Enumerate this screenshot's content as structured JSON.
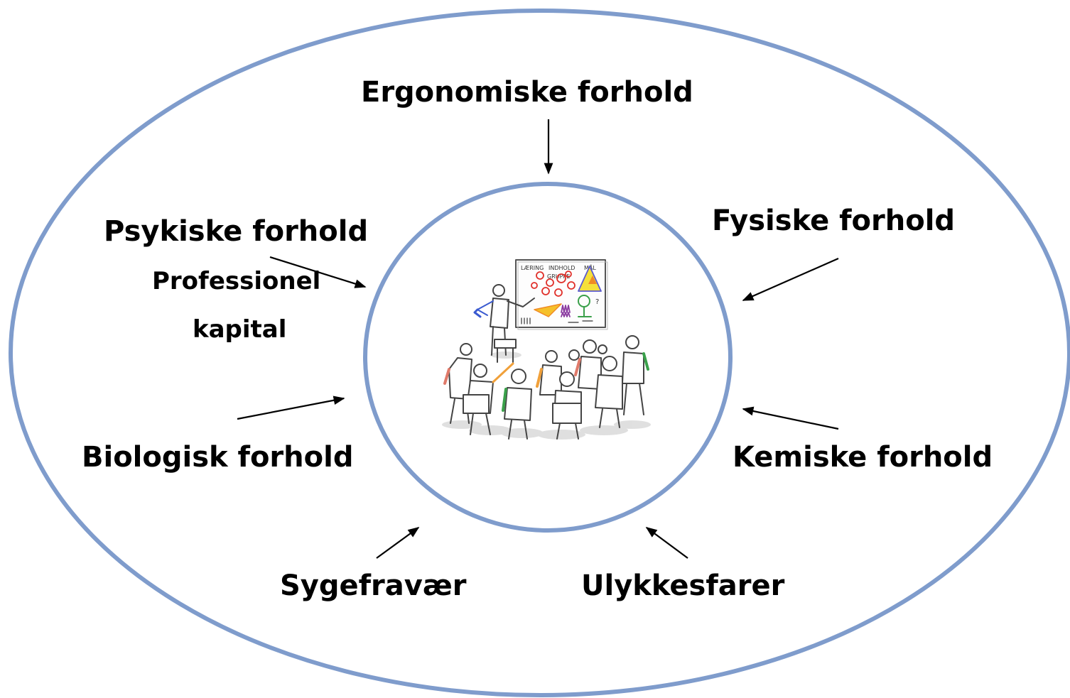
{
  "diagram": {
    "center_label_lines": [
      "Professionel",
      "kapital"
    ],
    "factors": [
      {
        "id": "ergonomiske",
        "label": "Ergonomiske forhold"
      },
      {
        "id": "fysiske",
        "label": "Fysiske forhold"
      },
      {
        "id": "psykiske",
        "label": "Psykiske forhold"
      },
      {
        "id": "biologisk",
        "label": "Biologisk forhold"
      },
      {
        "id": "kemiske",
        "label": "Kemiske forhold"
      },
      {
        "id": "sygefravaer",
        "label": "Sygefravær"
      },
      {
        "id": "ulykkesfarer",
        "label": "Ulykkesfarer"
      }
    ]
  },
  "colors": {
    "ring": "#7f9ccc",
    "text": "#000000",
    "arrow": "#000000"
  },
  "icons": {
    "center_illustration": "classroom-sketch-icon"
  }
}
